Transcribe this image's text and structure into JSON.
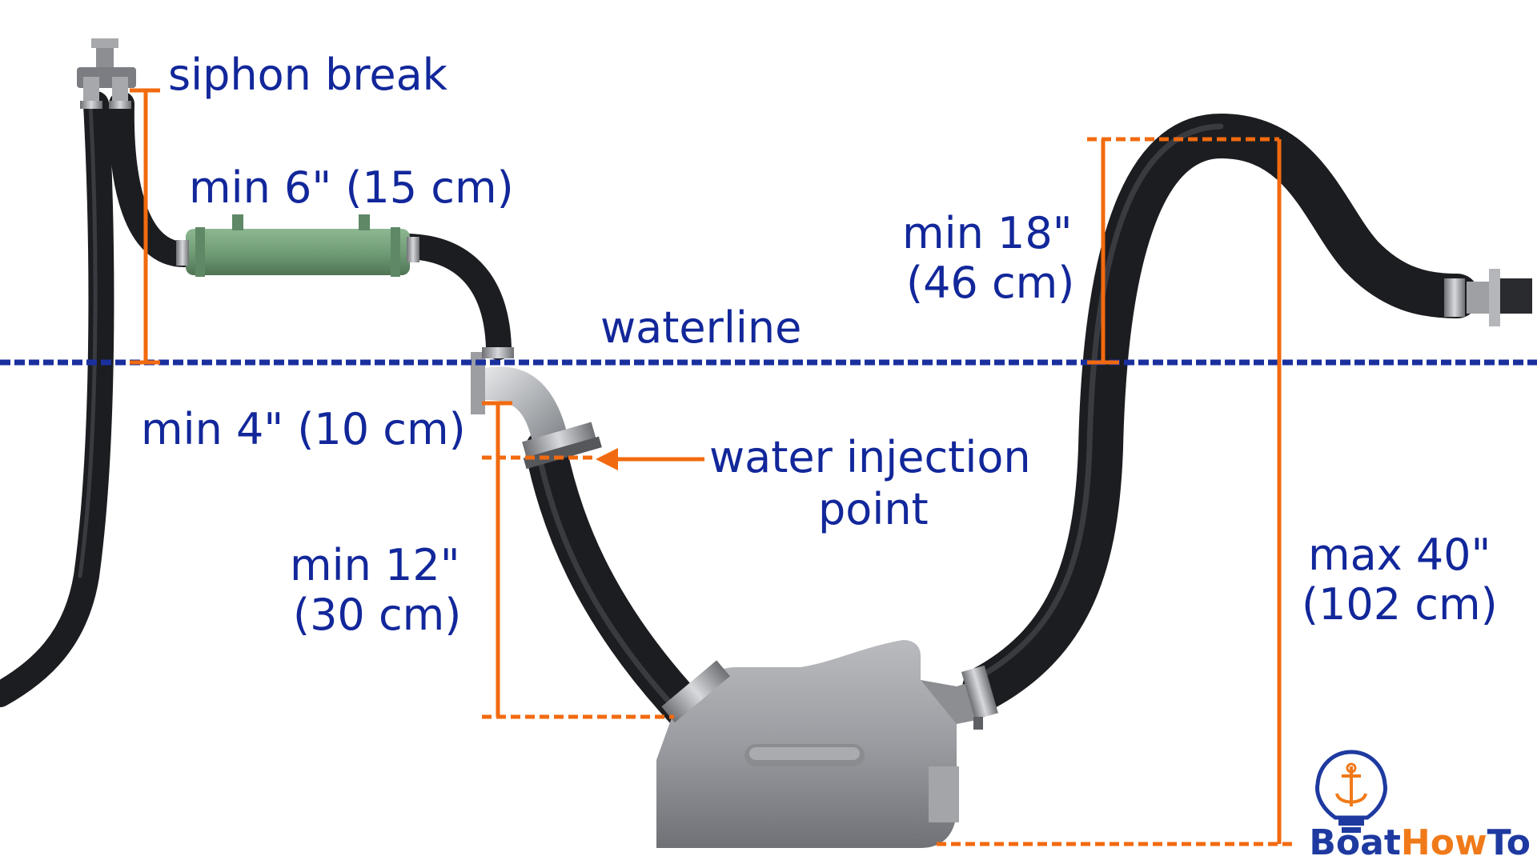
{
  "labels": {
    "siphon_break": "siphon break",
    "min_6": "min 6\" (15 cm)",
    "min_18_a": "min 18\"",
    "min_18_b": "(46 cm)",
    "waterline": "waterline",
    "min_4": "min 4\" (10 cm)",
    "water_injection_a": "water injection",
    "water_injection_b": "point",
    "min_12_a": "min 12\"",
    "min_12_b": "(30 cm)",
    "max_40_a": "max 40\"",
    "max_40_b": "(102 cm)"
  },
  "logo": {
    "part1": "Boat",
    "part2": "How",
    "part3": "To"
  },
  "icons": [
    "anchor-bulb-icon"
  ],
  "colors": {
    "label_text": "#12279a",
    "dimension_lines": "#f26a0f",
    "waterline": "#1a2f9e",
    "hose": "#1c1d20",
    "heat_exchanger": "#6e9a74",
    "muffler": "#9a9ca1",
    "logo_blue": "#1e3aa0",
    "logo_orange": "#f07a1a"
  }
}
